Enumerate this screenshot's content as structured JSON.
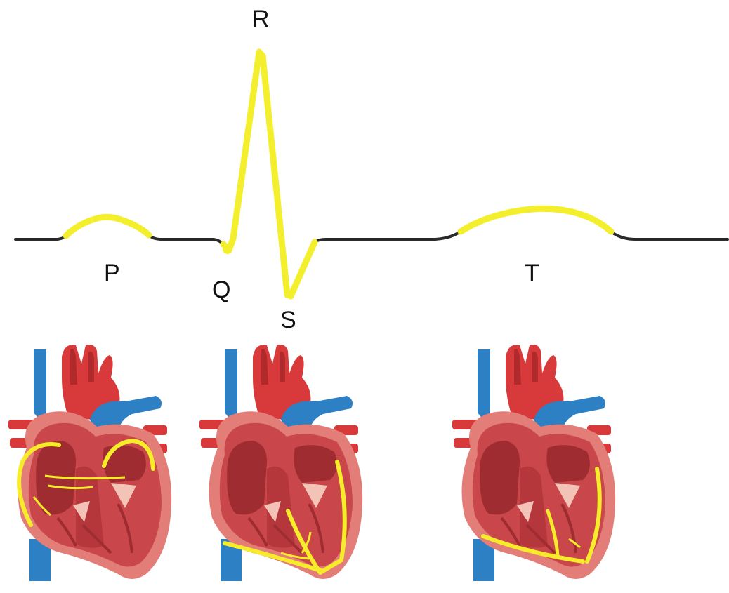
{
  "waves": {
    "p": "P",
    "q": "Q",
    "r": "R",
    "s": "S",
    "t": "T"
  },
  "colors": {
    "baseline": "#2a2a2a",
    "highlight": "#f4ef2c",
    "artery": "#d8393a",
    "artery_dark": "#b02a2c",
    "vein": "#2e80c4",
    "muscle": "#c9474a",
    "muscle_light": "#e9908a",
    "chamber": "#9e2c30",
    "valve": "#f4c3b8",
    "conduction": "#f7ec2a"
  },
  "hearts": [
    {
      "phase": "atrial-depolarization"
    },
    {
      "phase": "ventricular-depolarization"
    },
    {
      "phase": "ventricular-repolarization"
    }
  ]
}
